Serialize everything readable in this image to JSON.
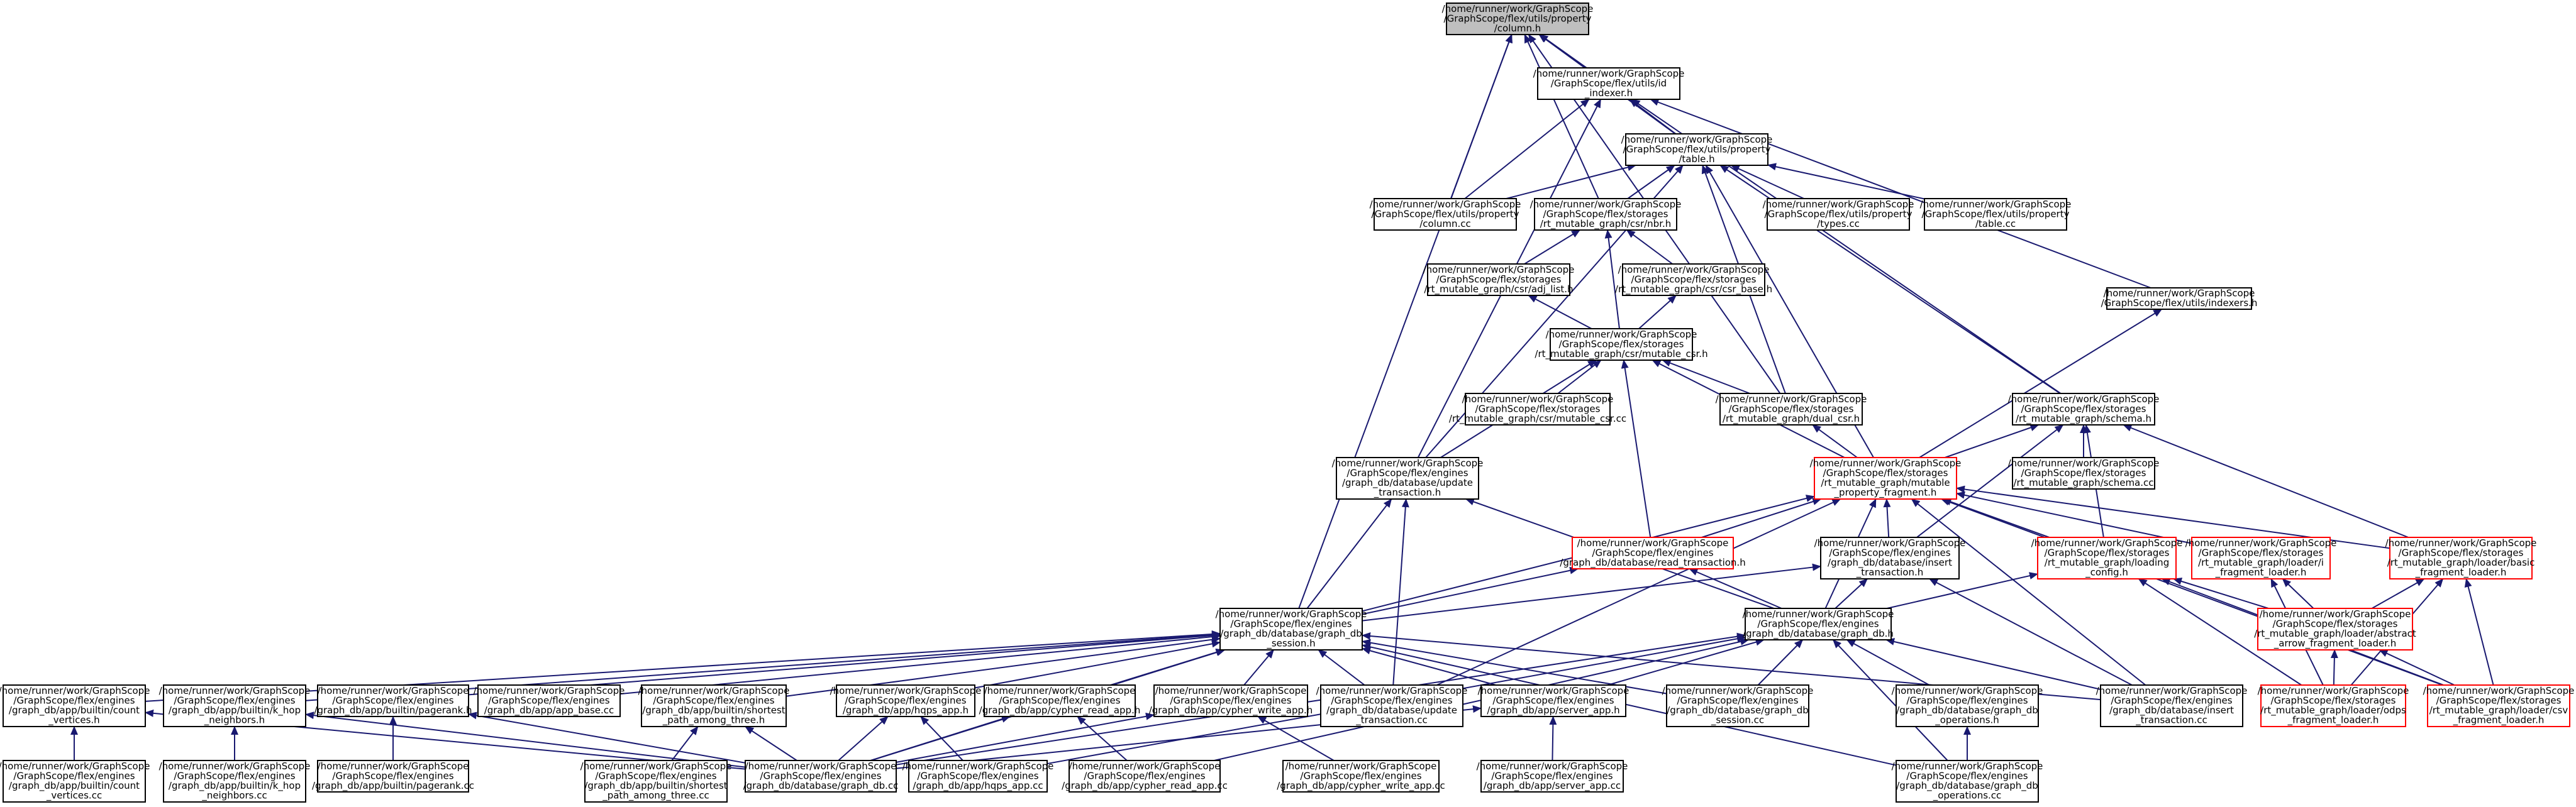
{
  "diagram": {
    "type": "include-dependency-graph",
    "colors": {
      "root_fill": "#bfbfbf",
      "node_fill": "#ffffff",
      "node_border": "#000000",
      "highlight_border": "#ff0000",
      "edge": "#191970"
    },
    "nodes": [
      {
        "id": "column_h",
        "style": "root",
        "lines": [
          "/home/runner/work/GraphScope",
          "/GraphScope/flex/utils/property",
          "/column.h"
        ]
      },
      {
        "id": "id_indexer_h",
        "style": "normal",
        "lines": [
          "/home/runner/work/GraphScope",
          "/GraphScope/flex/utils/id",
          "_indexer.h"
        ]
      },
      {
        "id": "table_h",
        "style": "normal",
        "lines": [
          "/home/runner/work/GraphScope",
          "/GraphScope/flex/utils/property",
          "/table.h"
        ]
      },
      {
        "id": "column_cc",
        "style": "normal",
        "lines": [
          "/home/runner/work/GraphScope",
          "/GraphScope/flex/utils/property",
          "/column.cc"
        ]
      },
      {
        "id": "csr_nbr_h",
        "style": "normal",
        "lines": [
          "/home/runner/work/GraphScope",
          "/GraphScope/flex/storages",
          "/rt_mutable_graph/csr/nbr.h"
        ]
      },
      {
        "id": "types_cc",
        "style": "normal",
        "lines": [
          "/home/runner/work/GraphScope",
          "/GraphScope/flex/utils/property",
          "/types.cc"
        ]
      },
      {
        "id": "table_cc",
        "style": "normal",
        "lines": [
          "/home/runner/work/GraphScope",
          "/GraphScope/flex/utils/property",
          "/table.cc"
        ]
      },
      {
        "id": "adj_list_h",
        "style": "normal",
        "lines": [
          "/home/runner/work/GraphScope",
          "/GraphScope/flex/storages",
          "/rt_mutable_graph/csr/adj_list.h"
        ]
      },
      {
        "id": "csr_base_h",
        "style": "normal",
        "lines": [
          "/home/runner/work/GraphScope",
          "/GraphScope/flex/storages",
          "/rt_mutable_graph/csr/csr_base.h"
        ]
      },
      {
        "id": "indexers_h",
        "style": "normal",
        "lines": [
          "/home/runner/work/GraphScope",
          "/GraphScope/flex/utils/indexers.h"
        ]
      },
      {
        "id": "mutable_csr_h",
        "style": "normal",
        "lines": [
          "/home/runner/work/GraphScope",
          "/GraphScope/flex/storages",
          "/rt_mutable_graph/csr/mutable_csr.h"
        ]
      },
      {
        "id": "mutable_csr_cc",
        "style": "normal",
        "lines": [
          "/home/runner/work/GraphScope",
          "/GraphScope/flex/storages",
          "/rt_mutable_graph/csr/mutable_csr.cc"
        ]
      },
      {
        "id": "dual_csr_h",
        "style": "normal",
        "lines": [
          "/home/runner/work/GraphScope",
          "/GraphScope/flex/storages",
          "/rt_mutable_graph/dual_csr.h"
        ]
      },
      {
        "id": "schema_h",
        "style": "normal",
        "lines": [
          "/home/runner/work/GraphScope",
          "/GraphScope/flex/storages",
          "/rt_mutable_graph/schema.h"
        ]
      },
      {
        "id": "update_txn_h",
        "style": "normal",
        "lines": [
          "/home/runner/work/GraphScope",
          "/GraphScope/flex/engines",
          "/graph_db/database/update",
          "_transaction.h"
        ]
      },
      {
        "id": "mpf_h",
        "style": "highlight",
        "lines": [
          "/home/runner/work/GraphScope",
          "/GraphScope/flex/storages",
          "/rt_mutable_graph/mutable",
          "_property_fragment.h"
        ]
      },
      {
        "id": "schema_cc",
        "style": "normal",
        "lines": [
          "/home/runner/work/GraphScope",
          "/GraphScope/flex/storages",
          "/rt_mutable_graph/schema.cc"
        ]
      },
      {
        "id": "read_txn_h",
        "style": "highlight",
        "lines": [
          "/home/runner/work/GraphScope",
          "/GraphScope/flex/engines",
          "/graph_db/database/read_transaction.h"
        ]
      },
      {
        "id": "insert_txn_h",
        "style": "normal",
        "lines": [
          "/home/runner/work/GraphScope",
          "/GraphScope/flex/engines",
          "/graph_db/database/insert",
          "_transaction.h"
        ]
      },
      {
        "id": "loading_config_h",
        "style": "highlight",
        "lines": [
          "/home/runner/work/GraphScope",
          "/GraphScope/flex/storages",
          "/rt_mutable_graph/loading",
          "_config.h"
        ]
      },
      {
        "id": "fragment_loader_h",
        "style": "highlight",
        "lines": [
          "/home/runner/work/GraphScope",
          "/GraphScope/flex/storages",
          "/rt_mutable_graph/loader/i",
          "_fragment_loader.h"
        ]
      },
      {
        "id": "basic_loader_h",
        "style": "highlight",
        "lines": [
          "/home/runner/work/GraphScope",
          "/GraphScope/flex/storages",
          "/rt_mutable_graph/loader/basic",
          "_fragment_loader.h"
        ]
      },
      {
        "id": "session_h",
        "style": "normal",
        "lines": [
          "/home/runner/work/GraphScope",
          "/GraphScope/flex/engines",
          "/graph_db/database/graph_db",
          "_session.h"
        ]
      },
      {
        "id": "graph_db_h",
        "style": "normal",
        "lines": [
          "/home/runner/work/GraphScope",
          "/GraphScope/flex/engines",
          "/graph_db/database/graph_db.h"
        ]
      },
      {
        "id": "arrow_loader_h",
        "style": "highlight",
        "lines": [
          "/home/runner/work/GraphScope",
          "/GraphScope/flex/storages",
          "/rt_mutable_graph/loader/abstract",
          "_arrow_fragment_loader.h"
        ]
      },
      {
        "id": "count_vertices_h",
        "style": "normal",
        "lines": [
          "/home/runner/work/GraphScope",
          "/GraphScope/flex/engines",
          "/graph_db/app/builtin/count",
          "_vertices.h"
        ]
      },
      {
        "id": "k_hop_h",
        "style": "normal",
        "lines": [
          "/home/runner/work/GraphScope",
          "/GraphScope/flex/engines",
          "/graph_db/app/builtin/k_hop",
          "_neighbors.h"
        ]
      },
      {
        "id": "pagerank_h",
        "style": "normal",
        "lines": [
          "/home/runner/work/GraphScope",
          "/GraphScope/flex/engines",
          "/graph_db/app/builtin/pagerank.h"
        ]
      },
      {
        "id": "app_base_cc",
        "style": "normal",
        "lines": [
          "/home/runner/work/GraphScope",
          "/GraphScope/flex/engines",
          "/graph_db/app/app_base.cc"
        ]
      },
      {
        "id": "shortest_h",
        "style": "normal",
        "lines": [
          "/home/runner/work/GraphScope",
          "/GraphScope/flex/engines",
          "/graph_db/app/builtin/shortest",
          "_path_among_three.h"
        ]
      },
      {
        "id": "hqps_h",
        "style": "normal",
        "lines": [
          "/home/runner/work/GraphScope",
          "/GraphScope/flex/engines",
          "/graph_db/app/hqps_app.h"
        ]
      },
      {
        "id": "cypher_read_h",
        "style": "normal",
        "lines": [
          "/home/runner/work/GraphScope",
          "/GraphScope/flex/engines",
          "/graph_db/app/cypher_read_app.h"
        ]
      },
      {
        "id": "cypher_write_h",
        "style": "normal",
        "lines": [
          "/home/runner/work/GraphScope",
          "/GraphScope/flex/engines",
          "/graph_db/app/cypher_write_app.h"
        ]
      },
      {
        "id": "update_txn_cc",
        "style": "normal",
        "lines": [
          "/home/runner/work/GraphScope",
          "/GraphScope/flex/engines",
          "/graph_db/database/update",
          "_transaction.cc"
        ]
      },
      {
        "id": "server_app_h",
        "style": "normal",
        "lines": [
          "/home/runner/work/GraphScope",
          "/GraphScope/flex/engines",
          "/graph_db/app/server_app.h"
        ]
      },
      {
        "id": "session_cc",
        "style": "normal",
        "lines": [
          "/home/runner/work/GraphScope",
          "/GraphScope/flex/engines",
          "/graph_db/database/graph_db",
          "_session.cc"
        ]
      },
      {
        "id": "operations_h",
        "style": "normal",
        "lines": [
          "/home/runner/work/GraphScope",
          "/GraphScope/flex/engines",
          "/graph_db/database/graph_db",
          "_operations.h"
        ]
      },
      {
        "id": "insert_txn_cc",
        "style": "normal",
        "lines": [
          "/home/runner/work/GraphScope",
          "/GraphScope/flex/engines",
          "/graph_db/database/insert",
          "_transaction.cc"
        ]
      },
      {
        "id": "odps_loader_h",
        "style": "highlight",
        "lines": [
          "/home/runner/work/GraphScope",
          "/GraphScope/flex/storages",
          "/rt_mutable_graph/loader/odps",
          "_fragment_loader.h"
        ]
      },
      {
        "id": "csv_loader_h",
        "style": "highlight",
        "lines": [
          "/home/runner/work/GraphScope",
          "/GraphScope/flex/storages",
          "/rt_mutable_graph/loader/csv",
          "_fragment_loader.h"
        ]
      },
      {
        "id": "count_vertices_cc",
        "style": "normal",
        "lines": [
          "/home/runner/work/GraphScope",
          "/GraphScope/flex/engines",
          "/graph_db/app/builtin/count",
          "_vertices.cc"
        ]
      },
      {
        "id": "k_hop_cc",
        "style": "normal",
        "lines": [
          "/home/runner/work/GraphScope",
          "/GraphScope/flex/engines",
          "/graph_db/app/builtin/k_hop",
          "_neighbors.cc"
        ]
      },
      {
        "id": "pagerank_cc",
        "style": "normal",
        "lines": [
          "/home/runner/work/GraphScope",
          "/GraphScope/flex/engines",
          "/graph_db/app/builtin/pagerank.cc"
        ]
      },
      {
        "id": "shortest_cc",
        "style": "normal",
        "lines": [
          "/home/runner/work/GraphScope",
          "/GraphScope/flex/engines",
          "/graph_db/app/builtin/shortest",
          "_path_among_three.cc"
        ]
      },
      {
        "id": "graph_db_cc",
        "style": "normal",
        "lines": [
          "/home/runner/work/GraphScope",
          "/GraphScope/flex/engines",
          "/graph_db/database/graph_db.cc"
        ]
      },
      {
        "id": "hqps_cc",
        "style": "normal",
        "lines": [
          "/home/runner/work/GraphScope",
          "/GraphScope/flex/engines",
          "/graph_db/app/hqps_app.cc"
        ]
      },
      {
        "id": "cypher_read_cc",
        "style": "normal",
        "lines": [
          "/home/runner/work/GraphScope",
          "/GraphScope/flex/engines",
          "/graph_db/app/cypher_read_app.cc"
        ]
      },
      {
        "id": "cypher_write_cc",
        "style": "normal",
        "lines": [
          "/home/runner/work/GraphScope",
          "/GraphScope/flex/engines",
          "/graph_db/app/cypher_write_app.cc"
        ]
      },
      {
        "id": "server_app_cc",
        "style": "normal",
        "lines": [
          "/home/runner/work/GraphScope",
          "/GraphScope/flex/engines",
          "/graph_db/app/server_app.cc"
        ]
      },
      {
        "id": "operations_cc",
        "style": "normal",
        "lines": [
          "/home/runner/work/GraphScope",
          "/GraphScope/flex/engines",
          "/graph_db/database/graph_db",
          "_operations.cc"
        ]
      }
    ],
    "edges": [
      [
        "id_indexer_h",
        "column_h"
      ],
      [
        "table_h",
        "column_h"
      ],
      [
        "column_cc",
        "column_h"
      ],
      [
        "csr_nbr_h",
        "column_h"
      ],
      [
        "dual_csr_h",
        "column_h"
      ],
      [
        "session_h",
        "column_h"
      ],
      [
        "table_h",
        "id_indexer_h"
      ],
      [
        "column_cc",
        "id_indexer_h"
      ],
      [
        "update_txn_h",
        "id_indexer_h"
      ],
      [
        "indexers_h",
        "id_indexer_h"
      ],
      [
        "schema_h",
        "id_indexer_h"
      ],
      [
        "column_cc",
        "table_h"
      ],
      [
        "csr_nbr_h",
        "table_h"
      ],
      [
        "types_cc",
        "table_h"
      ],
      [
        "table_cc",
        "table_h"
      ],
      [
        "update_txn_h",
        "table_h"
      ],
      [
        "dual_csr_h",
        "table_h"
      ],
      [
        "mpf_h",
        "table_h"
      ],
      [
        "schema_h",
        "table_h"
      ],
      [
        "adj_list_h",
        "csr_nbr_h"
      ],
      [
        "csr_base_h",
        "csr_nbr_h"
      ],
      [
        "mutable_csr_h",
        "csr_nbr_h"
      ],
      [
        "mutable_csr_h",
        "adj_list_h"
      ],
      [
        "mutable_csr_h",
        "csr_base_h"
      ],
      [
        "mutable_csr_cc",
        "mutable_csr_h"
      ],
      [
        "dual_csr_h",
        "mutable_csr_h"
      ],
      [
        "update_txn_h",
        "mutable_csr_h"
      ],
      [
        "mpf_h",
        "mutable_csr_h"
      ],
      [
        "read_txn_h",
        "mutable_csr_h"
      ],
      [
        "mpf_h",
        "indexers_h"
      ],
      [
        "mpf_h",
        "dual_csr_h"
      ],
      [
        "mpf_h",
        "schema_h"
      ],
      [
        "schema_cc",
        "schema_h"
      ],
      [
        "loading_config_h",
        "schema_h"
      ],
      [
        "basic_loader_h",
        "schema_h"
      ],
      [
        "insert_txn_h",
        "schema_h"
      ],
      [
        "session_h",
        "update_txn_h"
      ],
      [
        "update_txn_cc",
        "update_txn_h"
      ],
      [
        "graph_db_h",
        "update_txn_h"
      ],
      [
        "read_txn_h",
        "mpf_h"
      ],
      [
        "insert_txn_h",
        "mpf_h"
      ],
      [
        "loading_config_h",
        "mpf_h"
      ],
      [
        "fragment_loader_h",
        "mpf_h"
      ],
      [
        "basic_loader_h",
        "mpf_h"
      ],
      [
        "session_h",
        "mpf_h"
      ],
      [
        "graph_db_h",
        "mpf_h"
      ],
      [
        "update_txn_cc",
        "mpf_h"
      ],
      [
        "insert_txn_cc",
        "mpf_h"
      ],
      [
        "csv_loader_h",
        "mpf_h"
      ],
      [
        "session_h",
        "read_txn_h"
      ],
      [
        "graph_db_h",
        "read_txn_h"
      ],
      [
        "session_h",
        "insert_txn_h"
      ],
      [
        "graph_db_h",
        "insert_txn_h"
      ],
      [
        "insert_txn_cc",
        "insert_txn_h"
      ],
      [
        "graph_db_h",
        "loading_config_h"
      ],
      [
        "arrow_loader_h",
        "loading_config_h"
      ],
      [
        "odps_loader_h",
        "loading_config_h"
      ],
      [
        "csv_loader_h",
        "loading_config_h"
      ],
      [
        "arrow_loader_h",
        "fragment_loader_h"
      ],
      [
        "odps_loader_h",
        "fragment_loader_h"
      ],
      [
        "arrow_loader_h",
        "basic_loader_h"
      ],
      [
        "odps_loader_h",
        "basic_loader_h"
      ],
      [
        "csv_loader_h",
        "basic_loader_h"
      ],
      [
        "odps_loader_h",
        "arrow_loader_h"
      ],
      [
        "csv_loader_h",
        "arrow_loader_h"
      ],
      [
        "count_vertices_h",
        "session_h"
      ],
      [
        "k_hop_h",
        "session_h"
      ],
      [
        "pagerank_h",
        "session_h"
      ],
      [
        "app_base_cc",
        "session_h"
      ],
      [
        "shortest_h",
        "session_h"
      ],
      [
        "hqps_h",
        "session_h"
      ],
      [
        "cypher_read_h",
        "session_h"
      ],
      [
        "cypher_write_h",
        "session_h"
      ],
      [
        "update_txn_cc",
        "session_h"
      ],
      [
        "server_app_h",
        "session_h"
      ],
      [
        "session_cc",
        "session_h"
      ],
      [
        "graph_db_cc",
        "session_h"
      ],
      [
        "operations_cc",
        "session_h"
      ],
      [
        "insert_txn_cc",
        "session_h"
      ],
      [
        "graph_db_cc",
        "graph_db_h"
      ],
      [
        "session_cc",
        "graph_db_h"
      ],
      [
        "operations_h",
        "graph_db_h"
      ],
      [
        "server_app_h",
        "graph_db_h"
      ],
      [
        "insert_txn_cc",
        "graph_db_h"
      ],
      [
        "operations_cc",
        "graph_db_h"
      ],
      [
        "hqps_cc",
        "graph_db_h"
      ],
      [
        "cypher_read_cc",
        "graph_db_h"
      ],
      [
        "count_vertices_cc",
        "count_vertices_h"
      ],
      [
        "graph_db_cc",
        "count_vertices_h"
      ],
      [
        "k_hop_cc",
        "k_hop_h"
      ],
      [
        "graph_db_cc",
        "k_hop_h"
      ],
      [
        "pagerank_cc",
        "pagerank_h"
      ],
      [
        "graph_db_cc",
        "pagerank_h"
      ],
      [
        "shortest_cc",
        "shortest_h"
      ],
      [
        "graph_db_cc",
        "shortest_h"
      ],
      [
        "hqps_cc",
        "hqps_h"
      ],
      [
        "graph_db_cc",
        "hqps_h"
      ],
      [
        "cypher_read_cc",
        "cypher_read_h"
      ],
      [
        "graph_db_cc",
        "cypher_read_h"
      ],
      [
        "cypher_write_cc",
        "cypher_write_h"
      ],
      [
        "graph_db_cc",
        "cypher_write_h"
      ],
      [
        "server_app_cc",
        "server_app_h"
      ],
      [
        "graph_db_cc",
        "server_app_h"
      ],
      [
        "operations_cc",
        "operations_h"
      ]
    ]
  }
}
